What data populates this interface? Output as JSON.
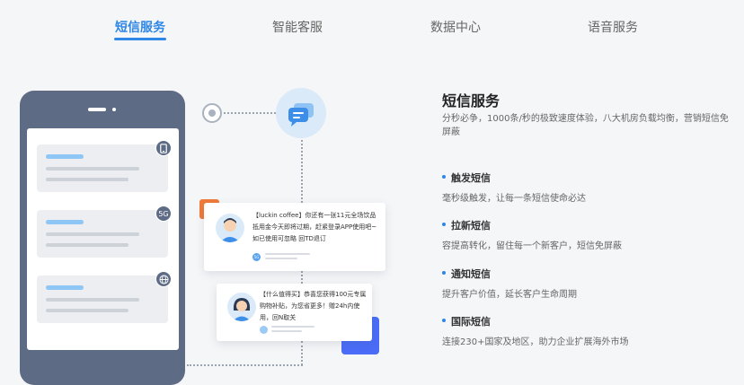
{
  "tabs": [
    {
      "label": "短信服务",
      "active": true
    },
    {
      "label": "智能客服",
      "active": false
    },
    {
      "label": "数据中心",
      "active": false
    },
    {
      "label": "语音服务",
      "active": false
    }
  ],
  "phone": {
    "side_icons": [
      {
        "icon": "mobile-icon",
        "glyph": "▯"
      },
      {
        "icon": "5g-icon",
        "glyph": "5G"
      },
      {
        "icon": "globe-icon",
        "glyph": "⊕"
      }
    ]
  },
  "cards": [
    {
      "text": "【luckin coffee】你还有一张11元全场饮品抵用金今天即将过期，赶紧登录APP使用吧~如已使用可忽略 回TD退订",
      "meta_badge": "5G"
    },
    {
      "text": "【什么值得买】恭喜您获得100元专属购物补贴，为您省更多！赠24h内使用，回N取关",
      "meta_badge": ""
    }
  ],
  "content": {
    "title": "短信服务",
    "description": "分秒必争，1000条/秒的极致速度体验，八大机房负载均衡，营销短信免屏蔽",
    "features": [
      {
        "title": "触发短信",
        "desc": "毫秒级触发，让每一条短信使命必达"
      },
      {
        "title": "拉新短信",
        "desc": "容提高转化，留住每一个新客户，短信免屏蔽"
      },
      {
        "title": "通知短信",
        "desc": "提升客户价值，延长客户生命周期"
      },
      {
        "title": "国际短信",
        "desc": "连接230+国家及地区，助力企业扩展海外市场"
      }
    ]
  },
  "colors": {
    "accent": "#2e86e6",
    "phone": "#5e6b84",
    "orange": "#f07a3a",
    "blue_block": "#4a6cf7"
  }
}
